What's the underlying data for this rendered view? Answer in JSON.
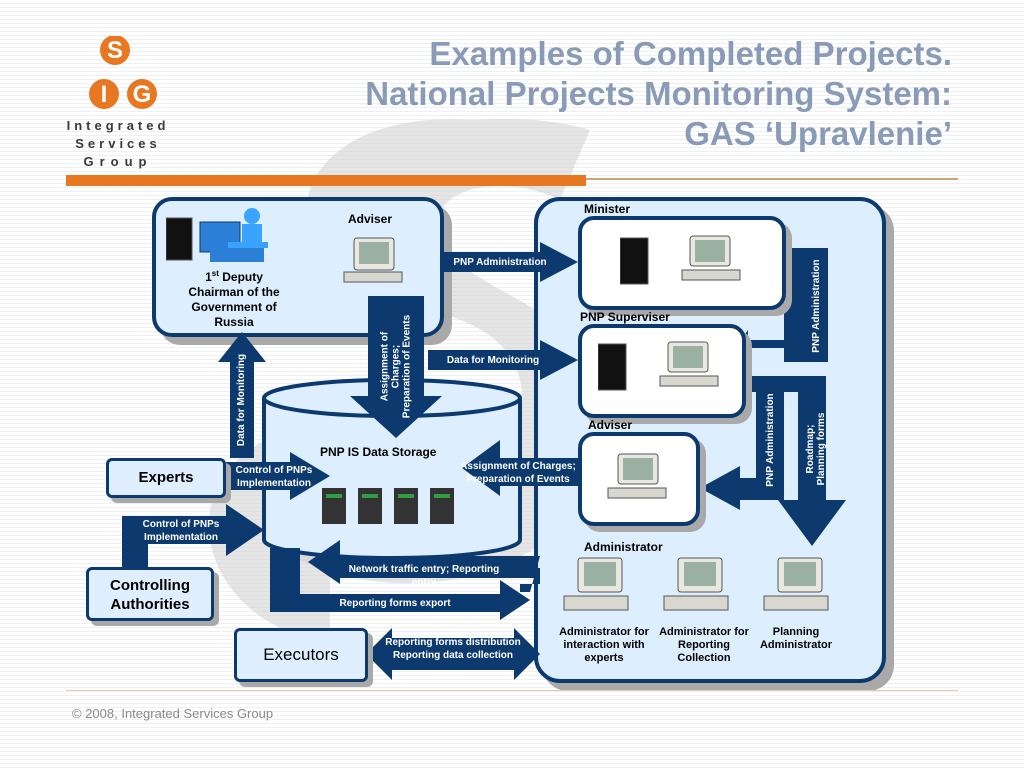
{
  "logo": {
    "letters": [
      "S",
      "I",
      "G"
    ],
    "line1": "Integrated",
    "line2": "Services",
    "line3": "Group"
  },
  "title": {
    "line1": "Examples of Completed Projects.",
    "line2": "National Projects Monitoring System:",
    "line3": "GAS ‘Upravlenie’"
  },
  "colors": {
    "navy": "#0d3a6e",
    "panel": "#ddeeff",
    "orange": "#e87722",
    "title": "#8a9bb8"
  },
  "deputy": {
    "ordinal": "1",
    "sup": "st",
    "rest": " Deputy",
    "line2": "Chairman of the",
    "line3": "Government of",
    "line4": "Russia",
    "adviser": "Adviser"
  },
  "storage": {
    "label": "PNP IS Data Storage"
  },
  "experts": "Experts",
  "controlling": {
    "line1": "Controlling",
    "line2": "Authorities"
  },
  "executors": "Executors",
  "minister_panel": {
    "minister": "Minister",
    "supervisor": "PNP Superviser",
    "adviser": "Adviser",
    "administrator": "Administrator",
    "admins": [
      {
        "l1": "Administrator for",
        "l2": "interaction with",
        "l3": "experts"
      },
      {
        "l1": "Administrator for",
        "l2": "Reporting",
        "l3": "Collection"
      },
      {
        "l1": "Planning",
        "l2": "Administrator",
        "l3": ""
      }
    ]
  },
  "arrows": {
    "pnp_admin_top": "PNP Administration",
    "data_monitoring_right": "Data for Monitoring",
    "data_monitoring_up": "Data for Monitoring",
    "assignment_down": {
      "l1": "Assignment of",
      "l2": "Charges;",
      "l3": "Preparation of Events"
    },
    "assignment_left": {
      "l1": "Assignment of Charges;",
      "l2": "Preparation of Events"
    },
    "control_experts": {
      "l1": "Control of PNPs",
      "l2": "Implementation"
    },
    "control_authorities": {
      "l1": "Control of PNPs",
      "l2": "Implementation"
    },
    "network_traffic": {
      "l1": "Network traffic entry; Reporting",
      "l2": "entry"
    },
    "reporting_export": "Reporting forms export",
    "reporting_distribution": {
      "l1": "Reporting forms distribution",
      "l2": "Reporting data collection"
    },
    "pnp_admin_right": "PNP Administration",
    "pnp_admin_mid": "PNP Administration",
    "roadmap": {
      "l1": "Roadmap;",
      "l2": "Planning forms"
    }
  },
  "footer": "© 2008, Integrated Services Group"
}
